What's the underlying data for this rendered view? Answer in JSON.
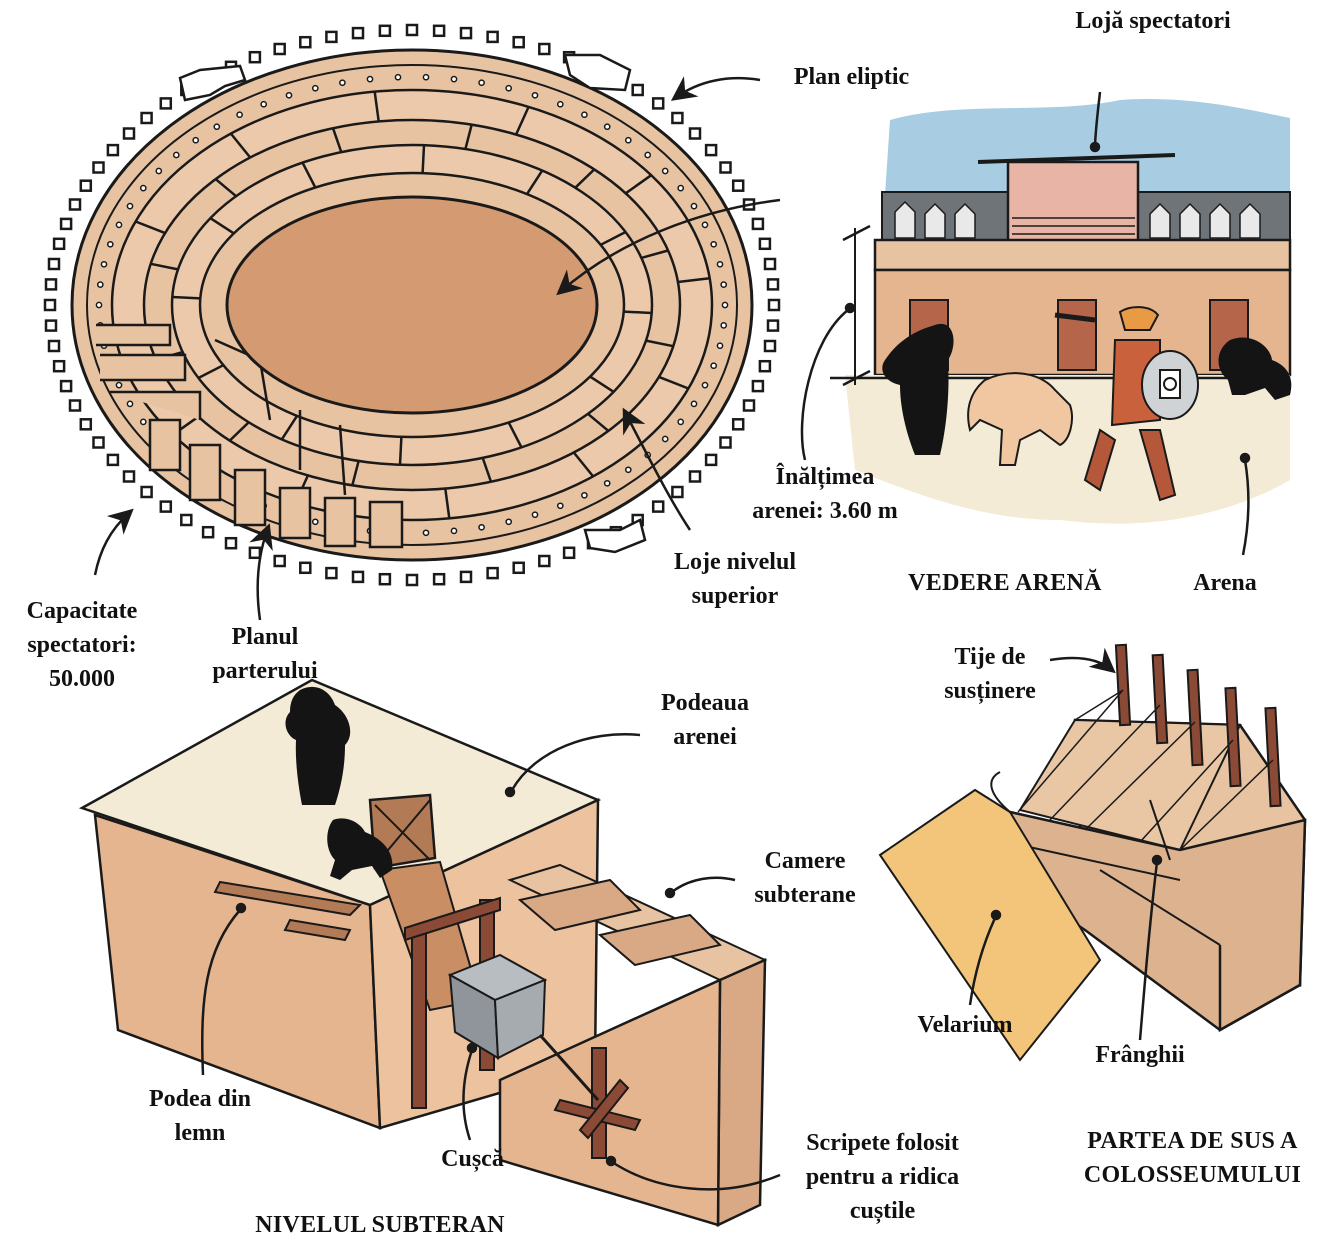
{
  "labels": {
    "plan_eliptic": "Plan eliptic",
    "loja_spectatori": "Lojă spectatori",
    "capacitate": [
      "Capacitate",
      "spectatori:",
      "50.000"
    ],
    "planul_parterului": [
      "Planul",
      "parterului"
    ],
    "loje_nivelul": [
      "Loje nivelul",
      "superior"
    ],
    "inaltimea": [
      "Înălțimea",
      "arenei: 3.60 m"
    ],
    "vedere_arena": "VEDERE ARENĂ",
    "arena": "Arena",
    "tije": [
      "Tije de",
      "susținere"
    ],
    "podeaua": [
      "Podeaua",
      "arenei"
    ],
    "camere": [
      "Camere",
      "subterane"
    ],
    "velarium": "Velarium",
    "franghii": "Frânghii",
    "podea_lemn": [
      "Podea din",
      "lemn"
    ],
    "cusca": "Cușcă",
    "scripete": [
      "Scripete folosit",
      "pentru a ridica",
      "cuștile"
    ],
    "partea_de_sus": [
      "PARTEA DE SUS A",
      "COLOSSEUMULUI"
    ],
    "nivelul_subteran": "NIVELUL SUBTERAN"
  },
  "colors": {
    "arena_floor": "#d49b72",
    "stone": "#e8c3a2",
    "stone_dark": "#d9a985",
    "wall_front": "#e5b58f",
    "sand": "#f3ebd6",
    "sky": "#a8cde2",
    "crowd": "#6f7478",
    "wood": "#8b4a36",
    "velarium": "#f2c57a",
    "ink": "#1a1a1a"
  }
}
